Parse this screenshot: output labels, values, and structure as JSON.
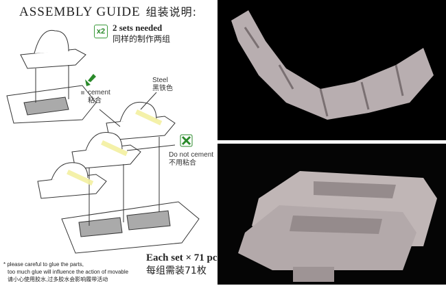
{
  "title": {
    "en": "ASSEMBLY GUIDE",
    "zh": "组装说明:"
  },
  "sets": {
    "badge": "x2",
    "en": "2 sets needed",
    "zh": "同样的制作两组"
  },
  "labels": {
    "cement_en": "cement",
    "cement_zh": "粘合",
    "steel_en": "Steel",
    "steel_zh": "黑铁色",
    "nocement_en": "Do not cement",
    "nocement_zh": "不用粘合"
  },
  "each": {
    "en": "Each set  × 71 pc",
    "zh": "每组需装71枚"
  },
  "note": {
    "line1": "* please careful to glue the parts,",
    "line2": "too much glue will influence the action of movable",
    "line3": "请小心使用胶水,过多胶水会影响履带活动"
  },
  "colors": {
    "green": "#2a8a2a",
    "highlight": "#f3f0a0",
    "glue": "#9a9a9a",
    "part": "#b8aeb0"
  }
}
